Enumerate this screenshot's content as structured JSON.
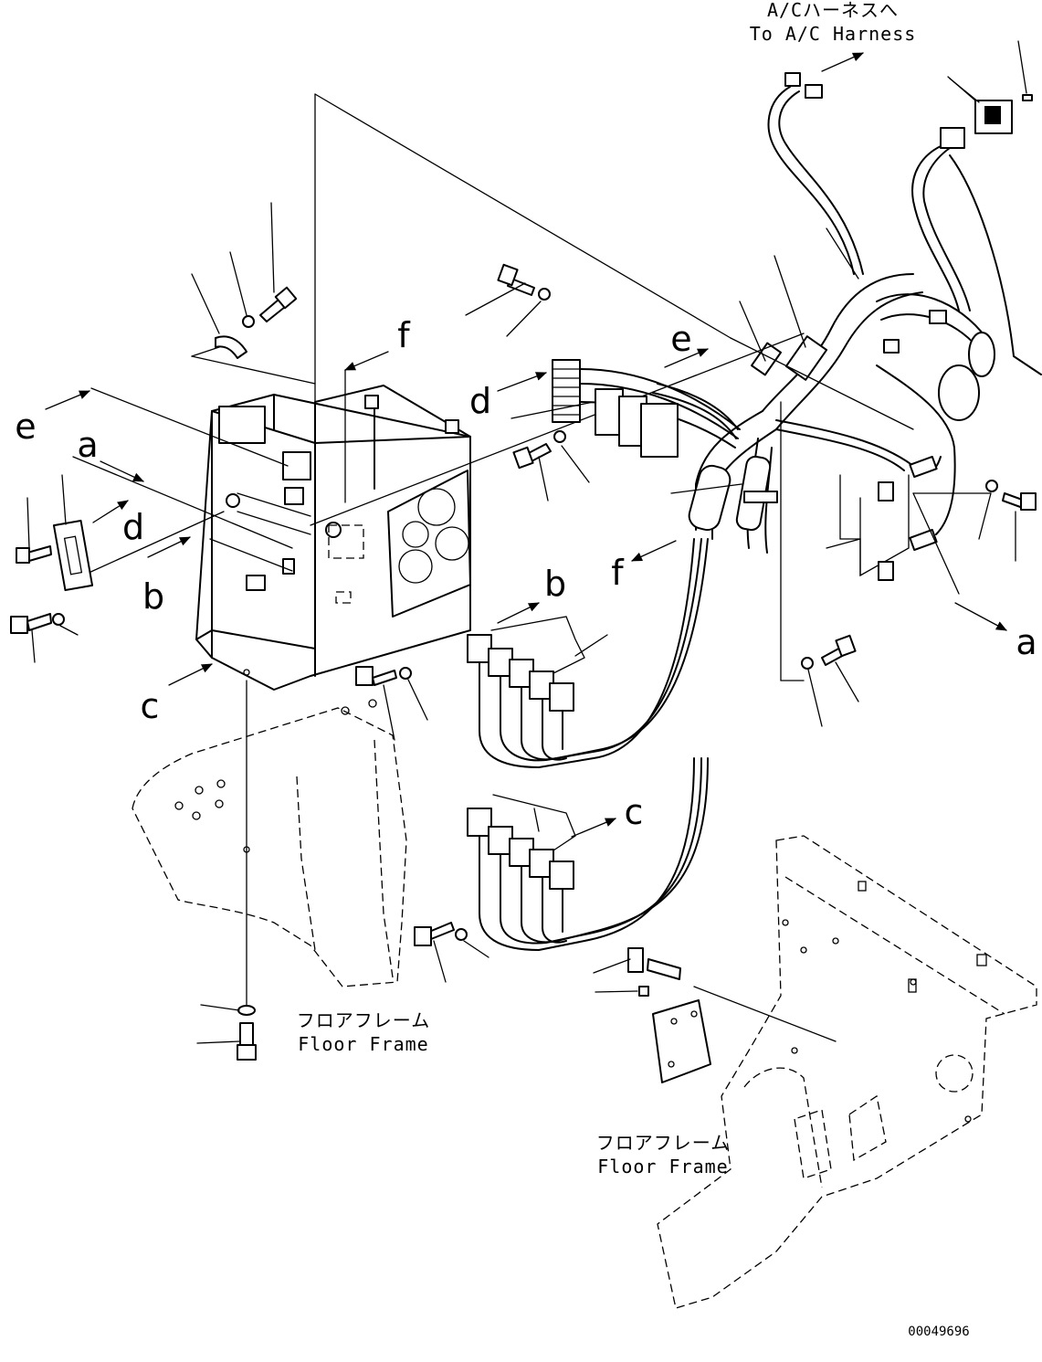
{
  "labels": {
    "a": "a",
    "b": "b",
    "c": "c",
    "d": "d",
    "e": "e",
    "f": "f"
  },
  "captions": {
    "ac_harness_jp": "A/Cハーネスへ",
    "ac_harness_en": "To A/C Harness",
    "floor_frame_jp": "フロアフレーム",
    "floor_frame_en": "Floor Frame"
  },
  "drawing_number": "00049696",
  "icons": {
    "arrow": "arrow-icon",
    "bolt": "bolt-icon",
    "washer": "washer-icon",
    "relay": "relay-icon",
    "connector": "connector-icon"
  }
}
